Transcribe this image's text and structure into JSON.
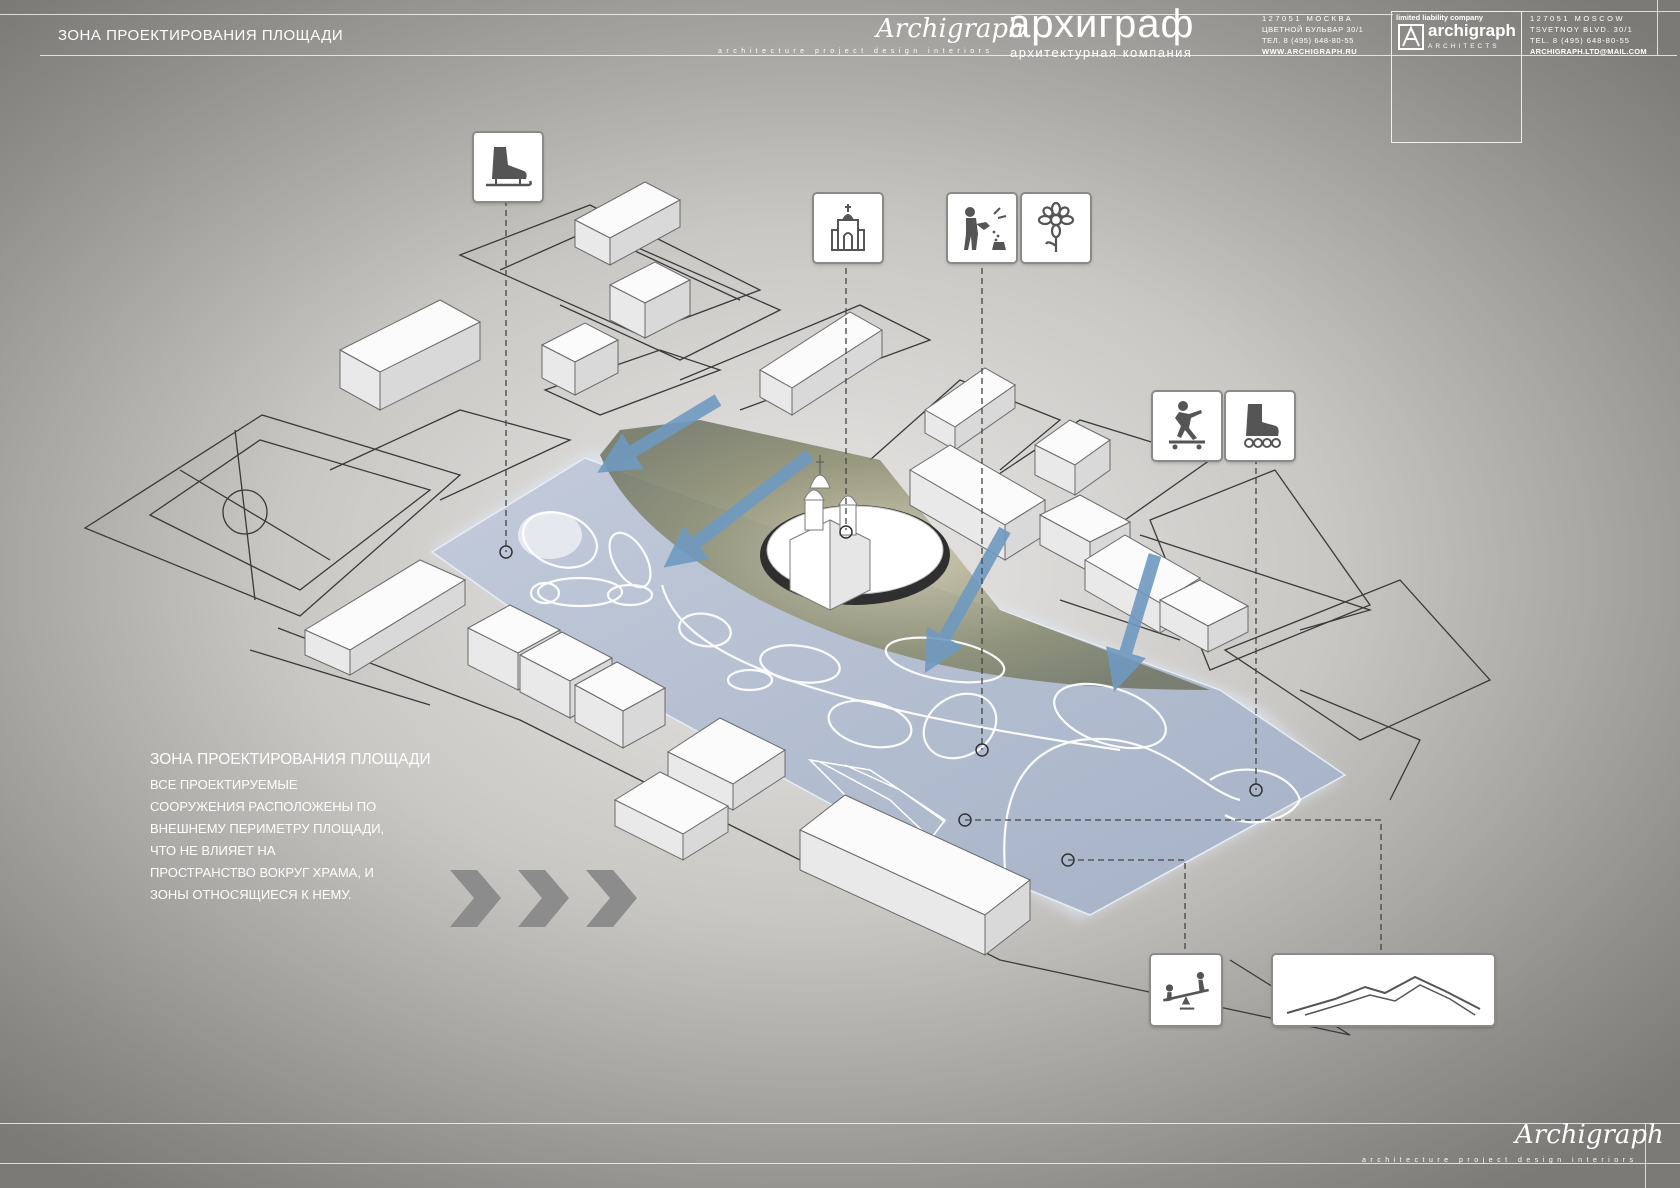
{
  "header": {
    "title": "ЗОНА ПРОЕКТИРОВАНИЯ ПЛОЩАДИ",
    "signature": "Archigraph",
    "tagline": "architecture project design interiors",
    "brand_ru": "архиграф",
    "brand_subtitle": "архитектурная компания",
    "address_ru": [
      "127051 МОСКВА",
      "ЦВЕТНОЙ БУЛЬВАР 30/1",
      "ТЕЛ. 8 (495) 648-80-55",
      "WWW.ARCHIGRAPH.RU"
    ],
    "logo": {
      "llc": "limited liability company",
      "name": "archigraph",
      "sub": "ARCHITECTS"
    },
    "address_en": [
      "127051 MOSCOW",
      "TSVETNOY BLVD. 30/1",
      "TEL. 8 (495) 648-80-55",
      "ARCHIGRAPH.LTD@MAIL.COM"
    ]
  },
  "description": {
    "title": "ЗОНА ПРОЕКТИРОВАНИЯ ПЛОЩАДИ",
    "lines": [
      "ВСЕ ПРОЕКТИРУЕМЫЕ",
      "СООРУЖЕНИЯ РАСПОЛОЖЕНЫ ПО",
      "ВНЕШНЕМУ ПЕРИМЕТРУ ПЛОЩАДИ,",
      "ЧТО НЕ ВЛИЯЕТ НА",
      "ПРОСТРАНСТВО ВОКРУГ ХРАМА, И",
      "ЗОНЫ ОТНОСЯЩИЕСЯ К НЕМУ."
    ]
  },
  "footer": {
    "signature": "Archigraph",
    "tagline": "architecture project design interiors"
  },
  "icons": [
    "ice-skate-icon",
    "church-icon",
    "gardener-icon",
    "flower-icon",
    "skateboarder-icon",
    "roller-skate-icon",
    "seesaw-icon",
    "mountains-icon"
  ],
  "colors": {
    "plaza": "#aeb9cc",
    "arrow": "#6f9ac0",
    "text": "#ffffff"
  }
}
